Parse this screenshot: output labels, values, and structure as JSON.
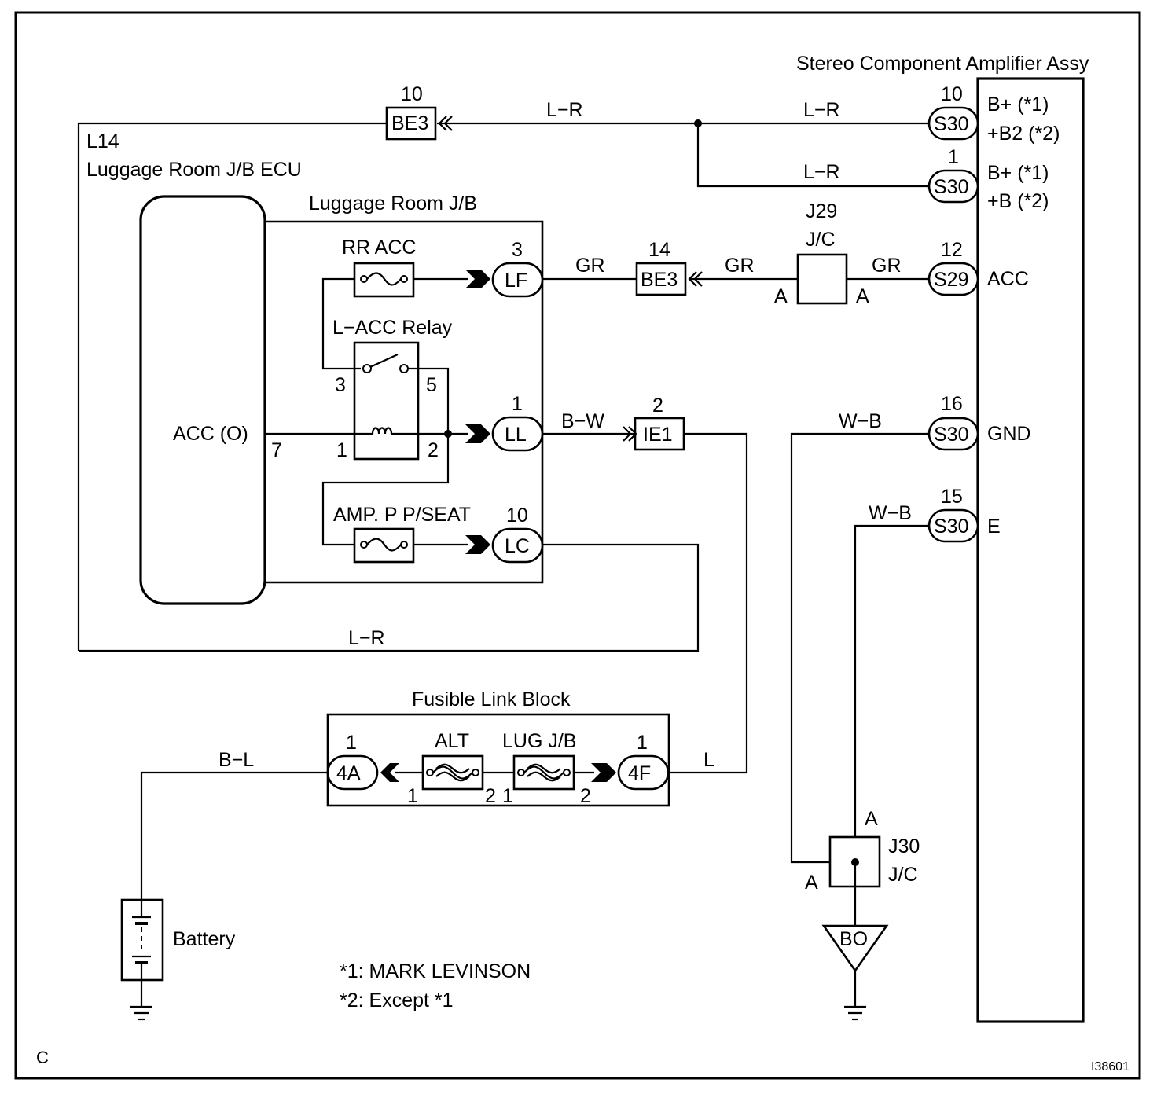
{
  "page_corner_letter": "C",
  "figure_code": "I38601",
  "amplifier": {
    "title": "Stereo Component Amplifier Assy",
    "pins": [
      {
        "number": "10",
        "connector": "S30",
        "label1": "B+ (*1)",
        "label2": "+B2 (*2)"
      },
      {
        "number": "1",
        "connector": "S30",
        "label1": "B+ (*1)",
        "label2": "+B (*2)"
      },
      {
        "number": "12",
        "connector": "S29",
        "label1": "ACC"
      },
      {
        "number": "16",
        "connector": "S30",
        "label1": "GND"
      },
      {
        "number": "15",
        "connector": "S30",
        "label1": "E"
      }
    ]
  },
  "ecu": {
    "code": "L14",
    "name": "Luggage Room J/B ECU",
    "module_pin": "ACC (O)",
    "module_pin_number": "7"
  },
  "junction_block": {
    "name": "Luggage Room J/B",
    "fuse_rr_acc": "RR ACC",
    "relay": "L−ACC Relay",
    "relay_pins": [
      "3",
      "5",
      "1",
      "2"
    ],
    "fuse_amp": "AMP. P P/SEAT",
    "connectors": [
      {
        "number": "3",
        "code": "LF"
      },
      {
        "number": "1",
        "code": "LL"
      },
      {
        "number": "10",
        "code": "LC"
      }
    ]
  },
  "inline_connectors": [
    {
      "number": "10",
      "code": "BE3"
    },
    {
      "number": "14",
      "code": "BE3"
    },
    {
      "number": "2",
      "code": "IE1"
    }
  ],
  "junction_connectors": [
    {
      "code": "J29",
      "type": "J/C",
      "pin_left": "A",
      "pin_right": "A"
    },
    {
      "code": "J30",
      "type": "J/C",
      "pin_top": "A",
      "pin_left": "A"
    }
  ],
  "wires": {
    "bat_feed_1": "L−R",
    "bat_feed_2": "L−R",
    "bat_feed_3": "L−R",
    "lc_return": "L−R",
    "acc_1": "GR",
    "acc_2": "GR",
    "acc_3": "GR",
    "ll_out": "B−W",
    "gnd_1": "W−B",
    "gnd_2": "W−B",
    "battery_wire": "B−L",
    "fusible_wire": "L"
  },
  "fusible_link_block": {
    "name": "Fusible Link Block",
    "fuse1": "ALT",
    "fuse2": "LUG J/B",
    "left_connector": {
      "number": "1",
      "code": "4A"
    },
    "right_connector": {
      "number": "1",
      "code": "4F"
    },
    "pin_labels": [
      "1",
      "2",
      "1",
      "2"
    ]
  },
  "ground_point": "BO",
  "battery": "Battery",
  "notes": [
    "*1: MARK LEVINSON",
    "*2: Except *1"
  ]
}
